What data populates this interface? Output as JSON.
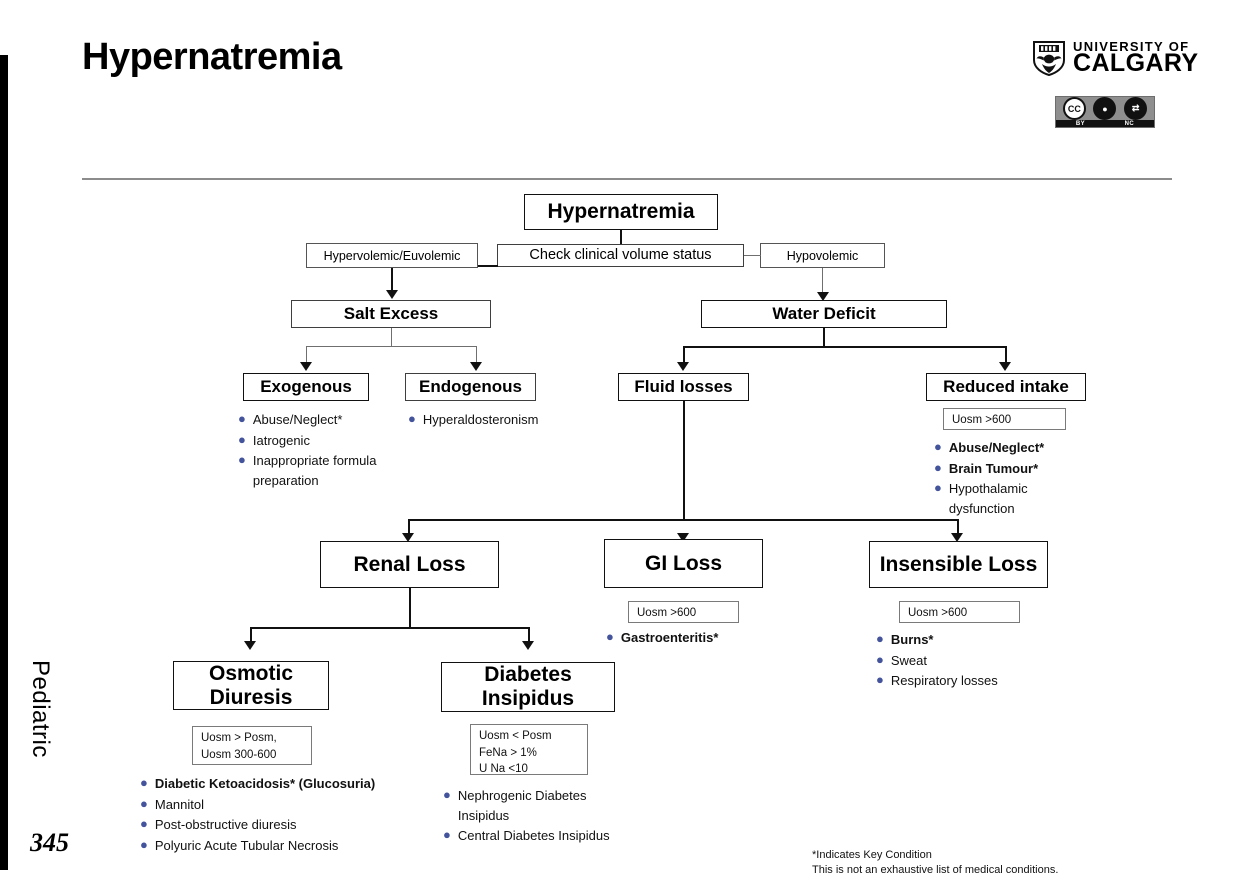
{
  "page": {
    "title": "Hypernatremia",
    "side_label": "Pediatric",
    "page_number": "345"
  },
  "logo": {
    "line1": "UNIVERSITY OF",
    "line2": "CALGARY",
    "crest_icon": "shield-crest-icon"
  },
  "cc_badge": {
    "cc_mark": "CC",
    "by_mark": "BY",
    "nc_mark": "NC",
    "by_icon": "person-icon",
    "nc_icon": "no-commercial-icon"
  },
  "flowchart": {
    "root": "Hypernatremia",
    "check": "Check clinical volume status",
    "branch_left": "Hypervolemic/Euvolemic",
    "branch_right": "Hypovolemic",
    "salt_excess": "Salt Excess",
    "water_deficit": "Water Deficit",
    "exogenous": {
      "title": "Exogenous",
      "items": [
        {
          "text": "Abuse/Neglect*",
          "bold": false
        },
        {
          "text": "Iatrogenic",
          "bold": false
        },
        {
          "text": "Inappropriate formula preparation",
          "bold": false
        }
      ]
    },
    "endogenous": {
      "title": "Endogenous",
      "items": [
        {
          "text": "Hyperaldosteronism",
          "bold": false
        }
      ]
    },
    "fluid_losses": {
      "title": "Fluid losses"
    },
    "reduced_intake": {
      "title": "Reduced intake",
      "criteria": "Uosm >600",
      "items": [
        {
          "text": "Abuse/Neglect*",
          "bold": true
        },
        {
          "text": "Brain Tumour*",
          "bold": true
        },
        {
          "text": "Hypothalamic dysfunction",
          "bold": false
        }
      ]
    },
    "renal_loss": {
      "title": "Renal Loss"
    },
    "gi_loss": {
      "title": "GI Loss",
      "criteria": "Uosm >600",
      "items": [
        {
          "text": "Gastroenteritis*",
          "bold": true
        }
      ]
    },
    "insensible_loss": {
      "title": "Insensible Loss",
      "criteria": "Uosm >600",
      "items": [
        {
          "text": "Burns*",
          "bold": true
        },
        {
          "text": "Sweat",
          "bold": false
        },
        {
          "text": "Respiratory losses",
          "bold": false
        }
      ]
    },
    "osmotic_diuresis": {
      "title": "Osmotic Diuresis",
      "criteria_line1": "Uosm > Posm,",
      "criteria_line2": "Uosm 300-600",
      "items": [
        {
          "text": "Diabetic Ketoacidosis* (Glucosuria)",
          "bold": true
        },
        {
          "text": "Mannitol",
          "bold": false
        },
        {
          "text": "Post-obstructive diuresis",
          "bold": false
        },
        {
          "text": "Polyuric Acute Tubular Necrosis",
          "bold": false
        }
      ]
    },
    "diabetes_insipidus": {
      "title": "Diabetes Insipidus",
      "criteria_line1": "Uosm < Posm",
      "criteria_line2": "FeNa > 1%",
      "criteria_line3": "U Na <10",
      "items": [
        {
          "text": "Nephrogenic Diabetes Insipidus",
          "bold": false
        },
        {
          "text": "Central Diabetes Insipidus",
          "bold": false
        }
      ]
    }
  },
  "footnote": {
    "line1": "*Indicates Key Condition",
    "line2": "This is not an exhaustive list of medical conditions."
  },
  "colors": {
    "bullet": "#43539c",
    "divider": "#8c8c8c",
    "box_border": "#111111"
  }
}
